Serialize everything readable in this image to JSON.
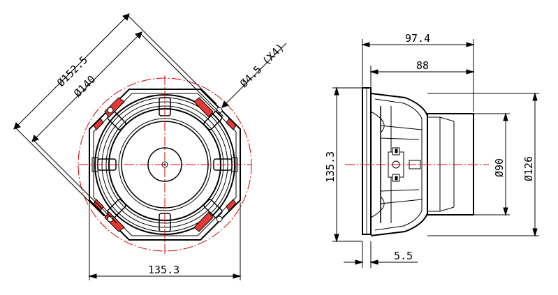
{
  "front_view": {
    "diag_outer": "Ø152.5",
    "diag_inner": "Ø140",
    "hole_note": "Ø4.5 (X4)",
    "width": "135.3"
  },
  "side_view": {
    "depth_total": "97.4",
    "depth_body": "88",
    "height": "135.3",
    "magnet_dia": "Ø90",
    "basket_dia": "Ø126",
    "flange": "5.5"
  },
  "colors": {
    "line": "#000000",
    "centerline": "#d40000",
    "accent": "#e53935"
  }
}
